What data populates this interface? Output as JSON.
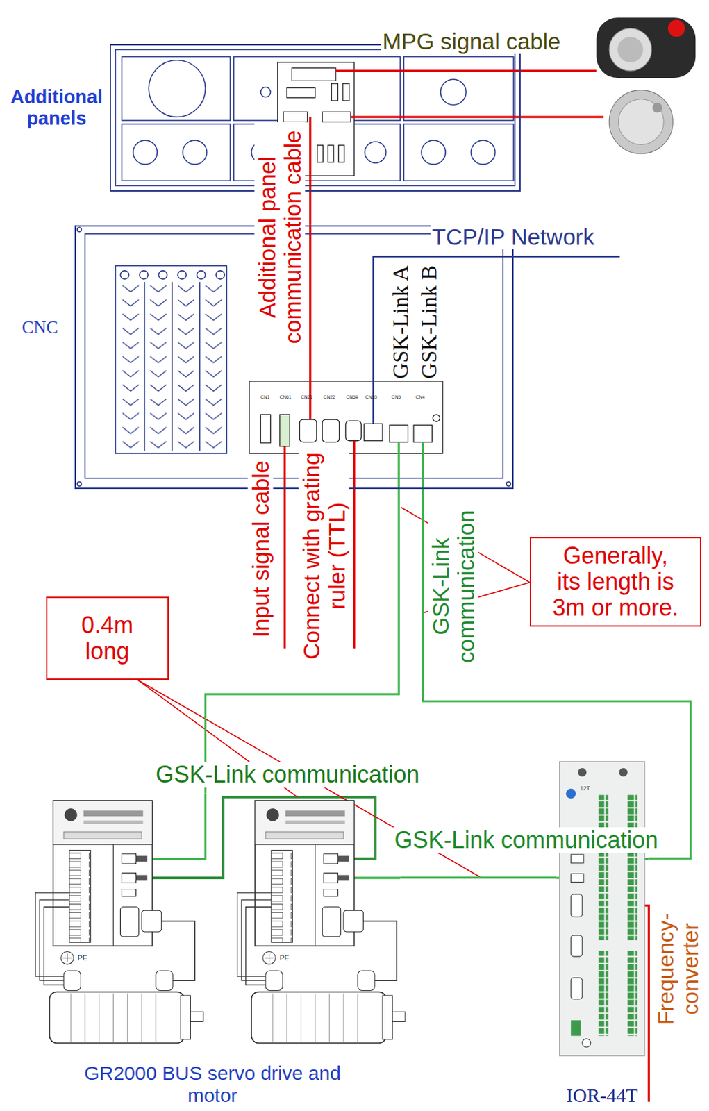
{
  "diagram": {
    "nodes": [
      {
        "text": [
          "Additional panels"
        ]
      },
      {
        "text": [
          "CNC"
        ]
      },
      {
        "text": [
          "Generally, its length is 3m or more."
        ]
      },
      {
        "text": [
          "0.4m long"
        ]
      },
      {
        "text": [
          "GR2000 BUS servo drive and motor"
        ]
      },
      {
        "text": [
          "IOR-44T"
        ]
      }
    ],
    "edges": [
      {
        "from": 0,
        "to": 1,
        "arrow": "none",
        "label": "Additional panel communication cable"
      },
      {
        "from": 1,
        "to": 4,
        "arrow": "none"
      },
      {
        "from": 1,
        "to": 5,
        "arrow": "none"
      },
      {
        "from": 4,
        "to": 5,
        "arrow": "none",
        "label": "GSK-Link communication"
      }
    ],
    "labels": [
      "MPG signal cable",
      "TCP/IP Network",
      "GSK-Link A",
      "GSK-Link B",
      "CN1",
      "CN61",
      "CN21",
      "CN22",
      "CN54",
      "CN55",
      "CN5",
      "CN4",
      "Input signal cable",
      "Connect with grating ruler (TTL)",
      "GSK-Link communication",
      "GSK-Link communication",
      "PE",
      "PE",
      "12T",
      "Frequency-converter"
    ]
  }
}
